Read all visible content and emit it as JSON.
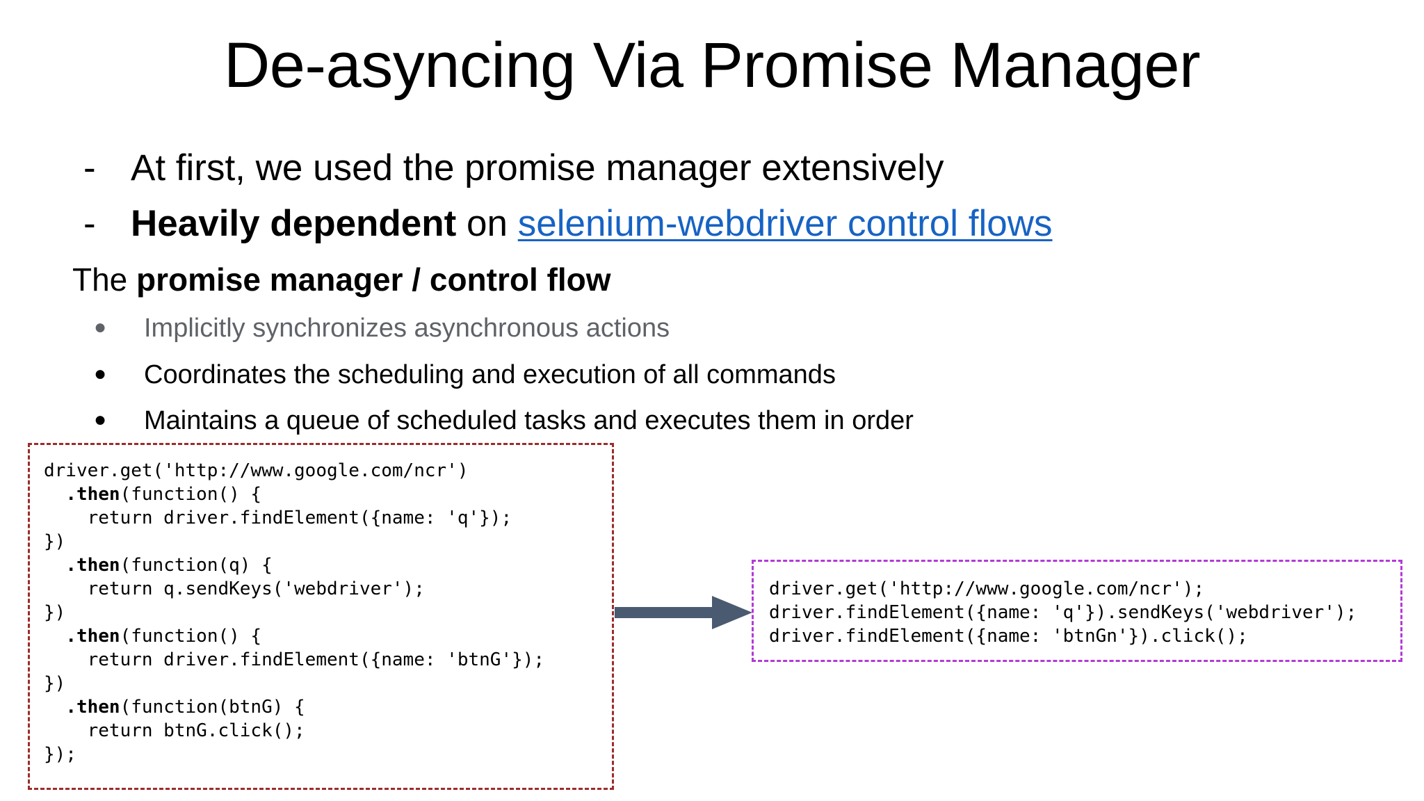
{
  "slide": {
    "title": "De-asyncing Via Promise Manager"
  },
  "top_bullets": [
    {
      "marker": "-",
      "segments": [
        {
          "text": "At first, we used the promise manager extensively",
          "style": "normal"
        }
      ]
    },
    {
      "marker": "-",
      "segments": [
        {
          "text": "Heavily dependent",
          "style": "bold"
        },
        {
          "text": " on ",
          "style": "normal"
        },
        {
          "text": "selenium-webdriver control flows",
          "style": "link"
        }
      ]
    }
  ],
  "sub_heading": {
    "lead": "The ",
    "emphasis": "promise manager / control flow"
  },
  "dot_bullets": [
    {
      "marker": "●",
      "text": "Implicitly synchronizes asynchronous actions",
      "muted": true
    },
    {
      "marker": "●",
      "text": "Coordinates the scheduling and execution of all commands",
      "muted": false
    },
    {
      "marker": "●",
      "text": "Maintains a queue of scheduled tasks and executes them in order",
      "muted": false
    }
  ],
  "code_before": {
    "border_color": "#9c2c2c",
    "lines": [
      [
        {
          "t": "driver.get('http://www.google.com/ncr')",
          "b": false
        }
      ],
      [
        {
          "t": "  ",
          "b": false
        },
        {
          "t": ".then",
          "b": true
        },
        {
          "t": "(function() {",
          "b": false
        }
      ],
      [
        {
          "t": "    return driver.findElement({name: 'q'});",
          "b": false
        }
      ],
      [
        {
          "t": "})",
          "b": false
        }
      ],
      [
        {
          "t": "  ",
          "b": false
        },
        {
          "t": ".then",
          "b": true
        },
        {
          "t": "(function(q) {",
          "b": false
        }
      ],
      [
        {
          "t": "    return q.sendKeys('webdriver');",
          "b": false
        }
      ],
      [
        {
          "t": "})",
          "b": false
        }
      ],
      [
        {
          "t": "  ",
          "b": false
        },
        {
          "t": ".then",
          "b": true
        },
        {
          "t": "(function() {",
          "b": false
        }
      ],
      [
        {
          "t": "    return driver.findElement({name: 'btnG'});",
          "b": false
        }
      ],
      [
        {
          "t": "})",
          "b": false
        }
      ],
      [
        {
          "t": "  ",
          "b": false
        },
        {
          "t": ".then",
          "b": true
        },
        {
          "t": "(function(btnG) {",
          "b": false
        }
      ],
      [
        {
          "t": "    return btnG.click();",
          "b": false
        }
      ],
      [
        {
          "t": "});",
          "b": false
        }
      ]
    ]
  },
  "code_after": {
    "border_color": "#b23ad6",
    "lines": [
      [
        {
          "t": "driver.get('http://www.google.com/ncr');",
          "b": false
        }
      ],
      [
        {
          "t": "driver.findElement({name: 'q'}).sendKeys('webdriver');",
          "b": false
        }
      ],
      [
        {
          "t": "driver.findElement({name: 'btnGn'}).click();",
          "b": false
        }
      ]
    ]
  },
  "arrow": {
    "color": "#4a5a70",
    "direction": "right"
  },
  "colors": {
    "link": "#1763c4",
    "muted_text": "#5f6368",
    "code_before_border": "#9c2c2c",
    "code_after_border": "#b23ad6",
    "arrow": "#4a5a70",
    "background": "#ffffff"
  }
}
